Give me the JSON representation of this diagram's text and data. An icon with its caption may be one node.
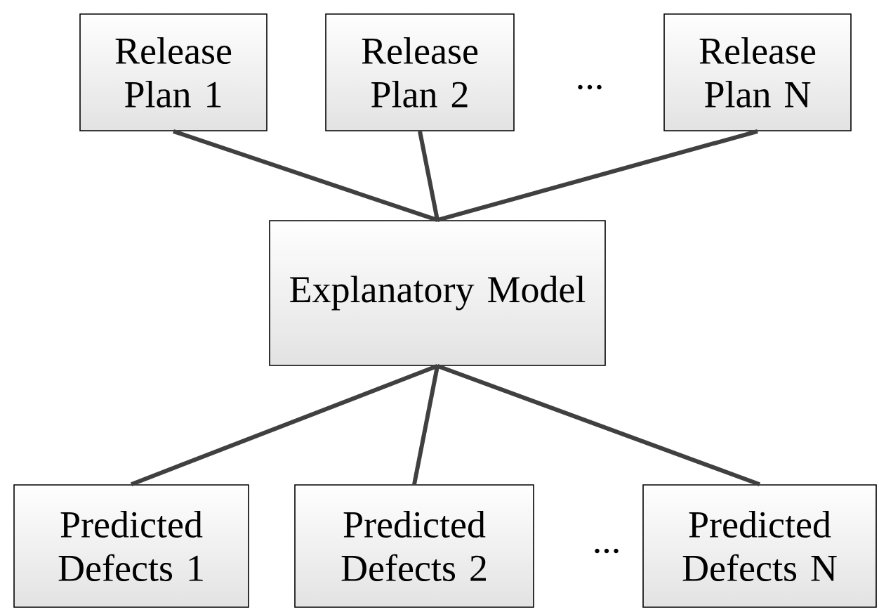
{
  "diagram": {
    "nodes": [
      {
        "text": [
          "Release Plan 1"
        ]
      },
      {
        "text": [
          "Release Plan 2"
        ]
      },
      {
        "text": [
          "Release Plan N"
        ]
      },
      {
        "text": [
          "Explanatory Model"
        ]
      },
      {
        "text": [
          "Predicted Defects 1"
        ]
      },
      {
        "text": [
          "Predicted Defects 2"
        ]
      },
      {
        "text": [
          "Predicted Defects N"
        ]
      }
    ],
    "edges": [
      {
        "from": 0,
        "to": 3,
        "arrow": "none"
      },
      {
        "from": 1,
        "to": 3,
        "arrow": "none"
      },
      {
        "from": 2,
        "to": 3,
        "arrow": "none"
      },
      {
        "from": 3,
        "to": 4,
        "arrow": "none"
      },
      {
        "from": 3,
        "to": 5,
        "arrow": "none"
      },
      {
        "from": 3,
        "to": 6,
        "arrow": "none"
      }
    ],
    "labels": [
      "...",
      "..."
    ]
  }
}
